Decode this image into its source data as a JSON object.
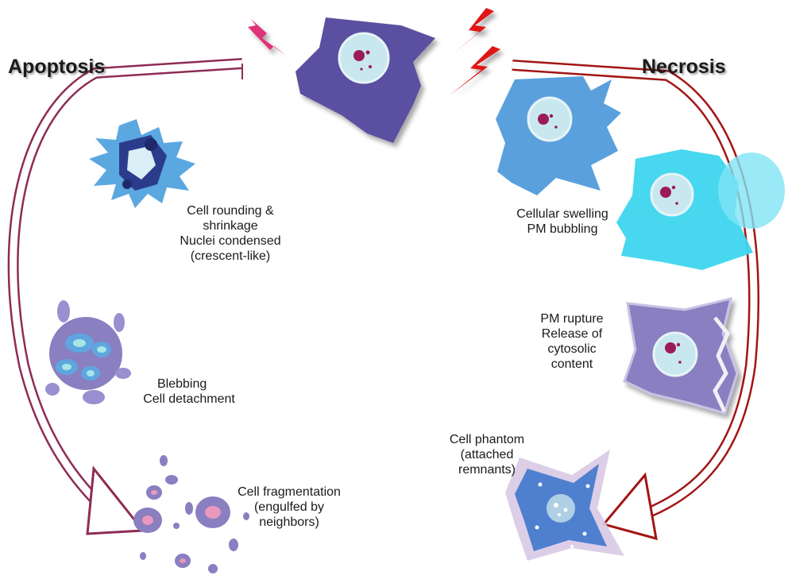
{
  "titles": {
    "apoptosis": "Apoptosis",
    "necrosis": "Necrosis"
  },
  "apoptosis_stages": [
    {
      "lines": [
        "Cell rounding  &",
        "shrinkage",
        "Nuclei condensed",
        "(crescent-like)"
      ]
    },
    {
      "lines": [
        "Blebbing",
        "Cell detachment"
      ]
    },
    {
      "lines": [
        "Cell fragmentation",
        "(engulfed by",
        "neighbors)"
      ]
    }
  ],
  "necrosis_stages": [
    {
      "lines": [
        "Cellular swelling",
        "PM bubbling"
      ]
    },
    {
      "lines": [
        "PM rupture",
        "Release of",
        "cytosolic",
        "content"
      ]
    },
    {
      "lines": [
        "Cell phantom",
        "(attached",
        "remnants)"
      ]
    }
  ],
  "colors": {
    "apoptosis_arrow": "#8e2c55",
    "necrosis_arrow": "#a31515",
    "healthy_cell": "#5a4fa0",
    "apoptotic_blue": "#5aa0dc",
    "swollen_cyan": "#38d6ef",
    "lightning_pink": "#e0307a",
    "lightning_red": "#e01818"
  }
}
